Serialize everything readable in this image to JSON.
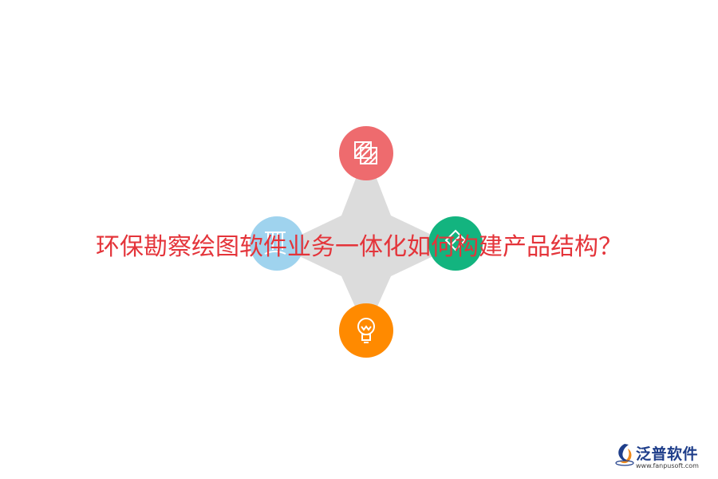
{
  "title": "环保勘察绘图软件业务一体化如何构建产品结构？",
  "diagram": {
    "nodes": [
      {
        "position": "top",
        "color": "#ee6b6e",
        "icon": "layers-striped-icon"
      },
      {
        "position": "left",
        "color": "#9fd3ee",
        "icon": "book-columns-icon"
      },
      {
        "position": "right",
        "color": "#13b47f",
        "icon": "diamond-outline-icon"
      },
      {
        "position": "bottom",
        "color": "#ff8a00",
        "icon": "lightbulb-icon"
      }
    ],
    "star_color": "#dcdcdc"
  },
  "brand": {
    "name": "泛普软件",
    "url": "www.fanpusoft.com",
    "color": "#1f3e8a"
  }
}
